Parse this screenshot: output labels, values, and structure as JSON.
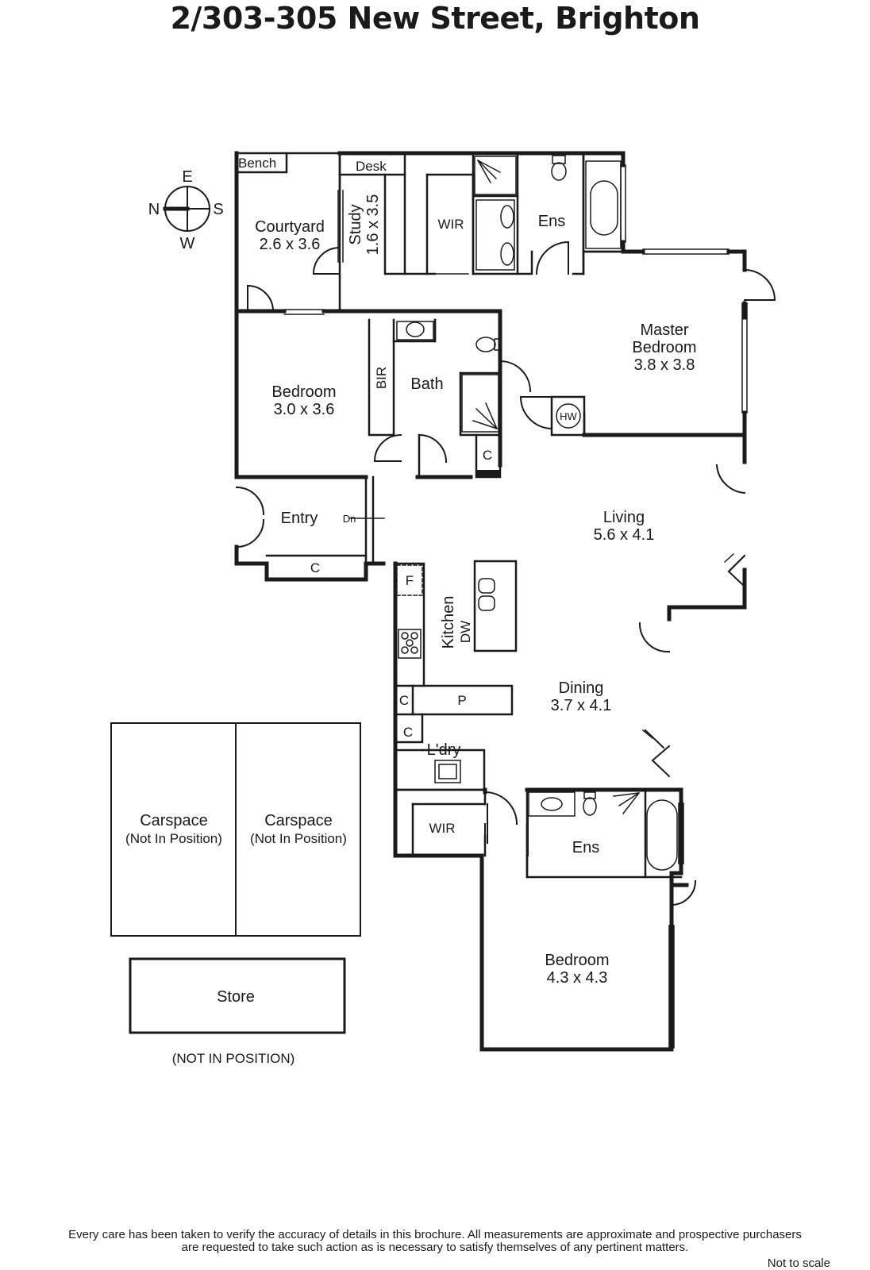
{
  "title": "2/303-305 New Street, Brighton",
  "compass": {
    "n": "N",
    "e": "E",
    "s": "S",
    "w": "W"
  },
  "rooms": {
    "bench": "Bench",
    "desk": "Desk",
    "courtyard": {
      "name": "Courtyard",
      "size": "2.6 x 3.6"
    },
    "study": {
      "name": "Study",
      "size": "1.6 x 3.5"
    },
    "wir_top": "WIR",
    "ens_top": "Ens",
    "master": {
      "name1": "Master",
      "name2": "Bedroom",
      "size": "3.8 x 3.8"
    },
    "bedroom_small": {
      "name": "Bedroom",
      "size": "3.0 x 3.6"
    },
    "bir": "BIR",
    "bath": "Bath",
    "hw": "HW",
    "c_bath": "C",
    "entry": "Entry",
    "dn": "Dn",
    "c_entry": "C",
    "living": {
      "name": "Living",
      "size": "5.6 x 4.1"
    },
    "fridge": "F",
    "kitchen": "Kitchen",
    "dw": "DW",
    "c_kitchen": "C",
    "pantry": "P",
    "dining": {
      "name": "Dining",
      "size": "3.7 x 4.1"
    },
    "c_laundry": "C",
    "laundry": "L'dry",
    "wir_bottom": "WIR",
    "ens_bottom": "Ens",
    "bedroom_large": {
      "name": "Bedroom",
      "size": "4.3 x 4.3"
    },
    "carspace1": {
      "name": "Carspace",
      "note": "(Not In Position)"
    },
    "carspace2": {
      "name": "Carspace",
      "note": "(Not In Position)"
    },
    "store": "Store",
    "not_in_position": "(NOT IN POSITION)"
  },
  "disclaimer": {
    "line1": "Every care has been taken to verify the accuracy of details in this brochure.  All measurements are approximate and prospective purchasers",
    "line2": "are requested to take such action as is necessary to satisfy themselves of any pertinent matters."
  },
  "not_to_scale": "Not to scale",
  "colors": {
    "ink": "#1a1a1a",
    "background": "#ffffff"
  }
}
